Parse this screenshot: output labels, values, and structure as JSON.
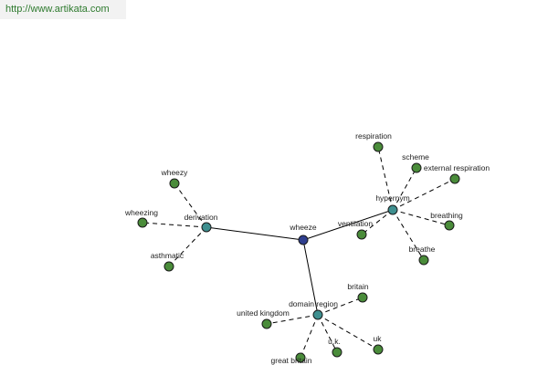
{
  "header": {
    "url": "http://www.artikata.com"
  },
  "colors": {
    "hub": "#2f3f8f",
    "category": "#3e8f8f",
    "leaf": "#4a8c3a",
    "url_text": "#2e7a2e",
    "url_bg": "#f2f2f2"
  },
  "graph": {
    "nodes": [
      {
        "id": "wheeze",
        "label": "wheeze",
        "kind": "hub"
      },
      {
        "id": "derivation",
        "label": "derivation",
        "kind": "category"
      },
      {
        "id": "hypernym",
        "label": "hypernym",
        "kind": "category"
      },
      {
        "id": "domain_region",
        "label": "domain region",
        "kind": "category"
      },
      {
        "id": "wheezy",
        "label": "wheezy",
        "kind": "leaf"
      },
      {
        "id": "wheezing",
        "label": "wheezing",
        "kind": "leaf"
      },
      {
        "id": "asthmatic",
        "label": "asthmatic",
        "kind": "leaf"
      },
      {
        "id": "respiration",
        "label": "respiration",
        "kind": "leaf"
      },
      {
        "id": "scheme",
        "label": "scheme",
        "kind": "leaf"
      },
      {
        "id": "external_respiration",
        "label": "external respiration",
        "kind": "leaf"
      },
      {
        "id": "breathing",
        "label": "breathing",
        "kind": "leaf"
      },
      {
        "id": "breathe",
        "label": "breathe",
        "kind": "leaf"
      },
      {
        "id": "ventilation",
        "label": "ventilation",
        "kind": "leaf"
      },
      {
        "id": "britain",
        "label": "britain",
        "kind": "leaf"
      },
      {
        "id": "united_kingdom",
        "label": "united kingdom",
        "kind": "leaf"
      },
      {
        "id": "great_britain",
        "label": "great britain",
        "kind": "leaf"
      },
      {
        "id": "u_k",
        "label": "u.k.",
        "kind": "leaf"
      },
      {
        "id": "uk",
        "label": "uk",
        "kind": "leaf"
      }
    ],
    "edges": [
      {
        "from": "wheeze",
        "to": "derivation",
        "style": "solid"
      },
      {
        "from": "wheeze",
        "to": "hypernym",
        "style": "solid"
      },
      {
        "from": "wheeze",
        "to": "domain_region",
        "style": "solid"
      },
      {
        "from": "derivation",
        "to": "wheezy",
        "style": "dashed"
      },
      {
        "from": "derivation",
        "to": "wheezing",
        "style": "dashed"
      },
      {
        "from": "derivation",
        "to": "asthmatic",
        "style": "dashed"
      },
      {
        "from": "hypernym",
        "to": "respiration",
        "style": "dashed"
      },
      {
        "from": "hypernym",
        "to": "scheme",
        "style": "dashed"
      },
      {
        "from": "hypernym",
        "to": "external_respiration",
        "style": "dashed"
      },
      {
        "from": "hypernym",
        "to": "breathing",
        "style": "dashed"
      },
      {
        "from": "hypernym",
        "to": "breathe",
        "style": "dashed"
      },
      {
        "from": "hypernym",
        "to": "ventilation",
        "style": "dashed"
      },
      {
        "from": "domain_region",
        "to": "britain",
        "style": "dashed"
      },
      {
        "from": "domain_region",
        "to": "united_kingdom",
        "style": "dashed"
      },
      {
        "from": "domain_region",
        "to": "great_britain",
        "style": "dashed"
      },
      {
        "from": "domain_region",
        "to": "u_k",
        "style": "dashed"
      },
      {
        "from": "domain_region",
        "to": "uk",
        "style": "dashed"
      }
    ]
  }
}
